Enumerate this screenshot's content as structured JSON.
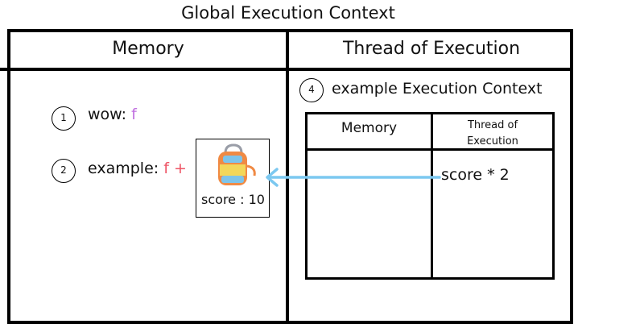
{
  "title": "Global Execution Context",
  "global": {
    "memory_header": "Memory",
    "thread_header": "Thread of Execution"
  },
  "memory_items": [
    {
      "step": "1",
      "name": "wow:",
      "value": "f",
      "value_color": "#c070e0"
    },
    {
      "step": "2",
      "name": "example:",
      "value": "f +",
      "value_color": "#ee5566"
    }
  ],
  "backpack": {
    "label": "score : 10",
    "icon": "backpack-icon"
  },
  "example_context": {
    "step": "4",
    "title": "example Execution Context",
    "memory_header": "Memory",
    "thread_header_line1": "Thread of",
    "thread_header_line2": "Execution",
    "thread_line": "score * 2"
  },
  "arrow": {
    "color": "#7cc8f0",
    "direction": "left"
  }
}
